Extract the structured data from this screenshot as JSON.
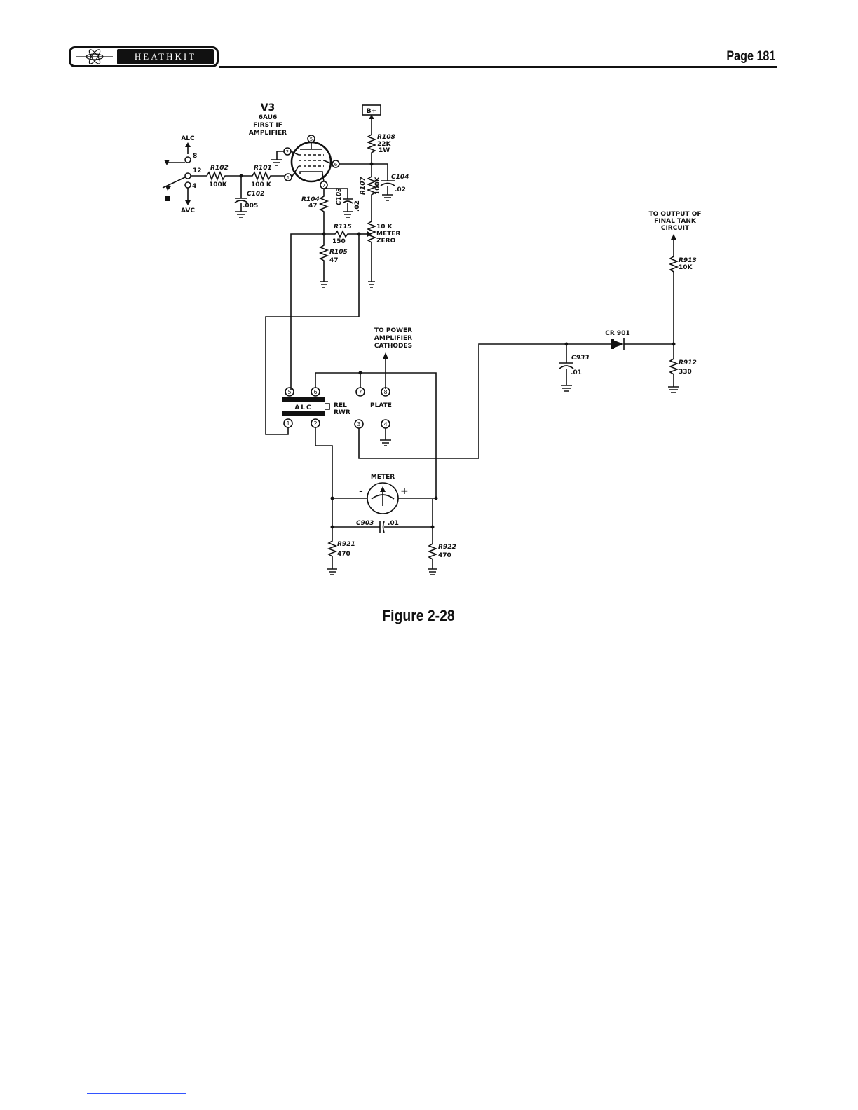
{
  "header": {
    "brand": "HEATHKIT",
    "page_label": "Page 181"
  },
  "figure": {
    "caption": "Figure 2-28"
  },
  "schematic": {
    "tube": {
      "ref": "V3",
      "type": "6AU6",
      "func1": "FIRST IF",
      "func2": "AMPLIFIER"
    },
    "supply": "B+",
    "switch": {
      "alc": "ALC",
      "avc": "AVC",
      "pin8": "8",
      "pin12": "12",
      "pin4": "4"
    },
    "tube_pins": {
      "p1": "1",
      "p2": "2",
      "p5": "5",
      "p6": "6",
      "p7": "7"
    },
    "r102": {
      "ref": "R102",
      "val": "100K"
    },
    "r101": {
      "ref": "R101",
      "val": "100 K"
    },
    "c102": {
      "ref": "C102",
      "val": ".005"
    },
    "r104": {
      "ref": "R104",
      "val": "47"
    },
    "c103": {
      "ref": "C103",
      "val": ".02"
    },
    "r108": {
      "ref": "R108",
      "val": "22K",
      "watt": "1W"
    },
    "r107": {
      "ref": "R107",
      "val": "100K"
    },
    "c104": {
      "ref": "C104",
      "val": ".02"
    },
    "r115": {
      "ref": "R115",
      "val": "150"
    },
    "r105": {
      "ref": "R105",
      "val": "47"
    },
    "meter_zero": {
      "val": "10 K",
      "l1": "METER",
      "l2": "ZERO"
    },
    "power_amp": {
      "l1": "TO POWER",
      "l2": "AMPLIFIER",
      "l3": "CATHODES"
    },
    "tank": {
      "l1": "TO OUTPUT OF",
      "l2": "FINAL TANK",
      "l3": "CIRCUIT"
    },
    "r913": {
      "ref": "R913",
      "val": "10K"
    },
    "cr901": {
      "ref": "CR 901"
    },
    "c933": {
      "ref": "C933",
      "val": ".01"
    },
    "r912": {
      "ref": "R912",
      "val": "330"
    },
    "switch2": {
      "pins": {
        "s1": "1",
        "s2": "2",
        "s3": "3",
        "s4": "4",
        "s5": "5",
        "s6": "6",
        "s7": "7",
        "s8": "8"
      },
      "alc": "ALC",
      "rel": "REL",
      "rwr": "RWR",
      "plate": "PLATE"
    },
    "meter": {
      "label": "METER",
      "minus": "-",
      "plus": "+"
    },
    "c903": {
      "ref": "C903",
      "val": ".01"
    },
    "r921": {
      "ref": "R921",
      "val": "470"
    },
    "r922": {
      "ref": "R922",
      "val": "470"
    }
  }
}
